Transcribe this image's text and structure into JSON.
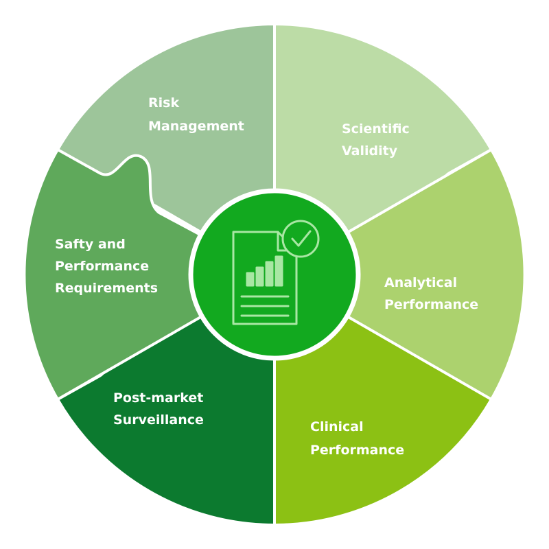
{
  "segments": [
    {
      "id": "risk-management",
      "lines": [
        "Risk",
        "Management"
      ],
      "color": "#9dc59a"
    },
    {
      "id": "scientific-validity",
      "lines": [
        "Scientific",
        "Validity"
      ],
      "color": "#bcdca6"
    },
    {
      "id": "analytical-performance",
      "lines": [
        "Analytical",
        "Performance"
      ],
      "color": "#acd26e"
    },
    {
      "id": "clinical-performance",
      "lines": [
        "Clinical",
        "Performance"
      ],
      "color": "#8cc114"
    },
    {
      "id": "post-market-surveillance",
      "lines": [
        "Post-market",
        "Surveillance"
      ],
      "color": "#0c7a2f"
    },
    {
      "id": "safety-performance-requirements",
      "lines": [
        "Safty and",
        "Performance",
        "Requirements"
      ],
      "color": "#5fa95b"
    }
  ],
  "center": {
    "icon": "report-chart-check-icon",
    "color": "#12a91f"
  },
  "colors": {
    "border": "#ffffff",
    "icon_stroke": "#a9e7a4"
  }
}
